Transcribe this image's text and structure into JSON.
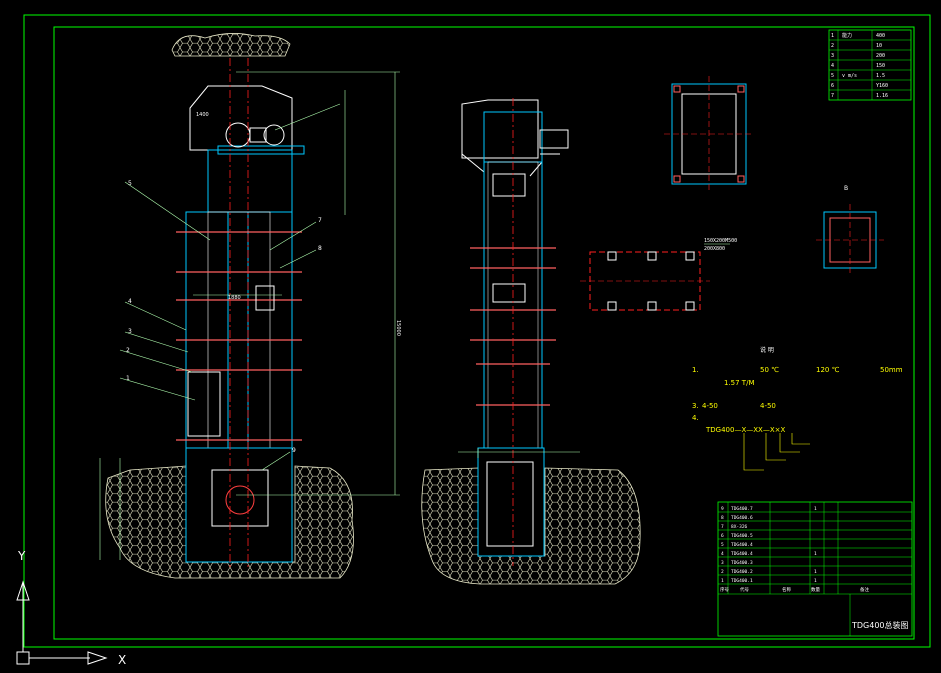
{
  "colors": {
    "background": "#000000",
    "frame": "#00ff00",
    "outline": "#ffffff",
    "body": "#00c8ff",
    "centerline": "#ff2020",
    "hatch": "#e8e8c8",
    "dimension": "#b0ffb0",
    "accent": "#ffff00",
    "table_text": "#ffffff"
  },
  "title_block": {
    "drawing_title": "TDG400总装图"
  },
  "notes": {
    "heading": "说  明",
    "line1a": "1.",
    "line1b": "50 ℃",
    "line1c": "120 ℃",
    "line1d": "50mm",
    "line1e": "1.57 T/M",
    "line3a": "3.",
    "line3b": "4-50",
    "line3c": "4-50",
    "line4": "4.",
    "model_code": "TDG400—X—XX—X×X"
  },
  "views": {
    "view_b_label": "B",
    "dimension_1400": "1400",
    "dimension_15000": "15000",
    "dimension_1880": "1880",
    "plate_label_1": "150X200M500",
    "plate_label_2": "200X800"
  },
  "part_callouts": [
    "1",
    "2",
    "3",
    "4",
    "5",
    "7",
    "8",
    "9"
  ],
  "spec_table": {
    "rows": [
      [
        "1",
        "能力",
        "400"
      ],
      [
        "2",
        "",
        "10"
      ],
      [
        "3",
        "",
        "200"
      ],
      [
        "4",
        "",
        "150"
      ],
      [
        "5",
        "v m/s",
        "1.5"
      ],
      [
        "6",
        "",
        "Y160"
      ],
      [
        "7",
        "",
        "1.16"
      ]
    ]
  },
  "parts_list": {
    "rows": [
      [
        "9",
        "TDG400.7",
        "",
        "1",
        ""
      ],
      [
        "8",
        "TDG400.6",
        "",
        "",
        ""
      ],
      [
        "7",
        "8X-326",
        "",
        "",
        ""
      ],
      [
        "6",
        "TDG400.5",
        "",
        "",
        ""
      ],
      [
        "5",
        "TDG400.4",
        "",
        "",
        ""
      ],
      [
        "4",
        "TDG400.4",
        "",
        "1",
        ""
      ],
      [
        "3",
        "TDG400.3",
        "",
        "",
        ""
      ],
      [
        "2",
        "TDG400.2",
        "",
        "1",
        ""
      ],
      [
        "1",
        "TDG400.1",
        "",
        "1",
        ""
      ]
    ],
    "header": [
      "序号",
      "代号",
      "名称",
      "数量",
      "备注"
    ]
  },
  "ucs": {
    "x_label": "X",
    "y_label": "Y"
  }
}
